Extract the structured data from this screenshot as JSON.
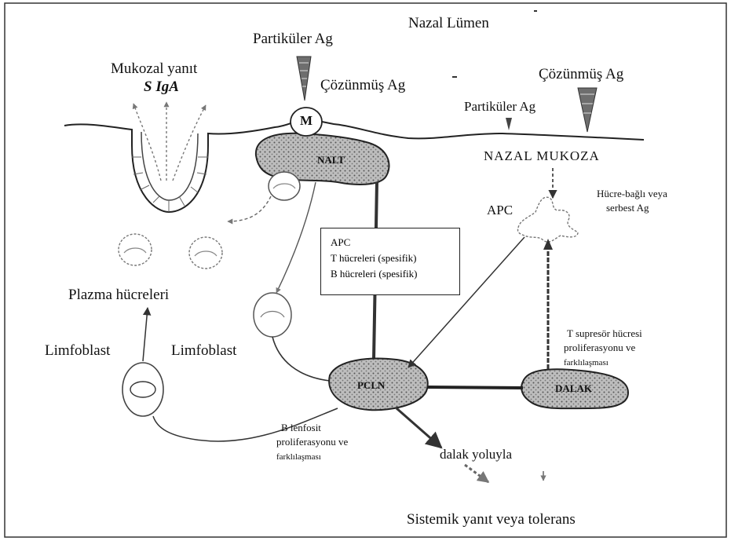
{
  "labels": {
    "nazal_lumen": "Nazal Lümen",
    "partikuler_ag_top": "Partiküler Ag",
    "mukozal_yanit": "Mukozal yanıt",
    "siga": "S IgA",
    "cozunmus_ag_left": "Çözünmüş Ag",
    "cozunmus_ag_right": "Çözünmüş Ag",
    "partikuler_ag_right": "Partiküler Ag",
    "m_cell": "M",
    "nalt": "NALT",
    "nazal_mukoza": "NAZAL MUKOZA",
    "apc": "APC",
    "hucre_bagli_1": "Hücre-bağlı veya",
    "hucre_bagli_2": "serbest Ag",
    "plazma": "Plazma hücreleri",
    "limfoblast_left": "Limfoblast",
    "limfoblast_mid": "Limfoblast",
    "pcln": "PCLN",
    "dalak": "DALAK",
    "t_supresor_1": "T supresör hücresi",
    "t_supresor_2": "proliferasyonu ve",
    "t_supresor_3": "farklılaşması",
    "b_lenfosit_1": "B lenfosit",
    "b_lenfosit_2": "proliferasyonu ve",
    "b_lenfosit_3": "farklılaşması",
    "dalak_yoluyla": "dalak yoluyla",
    "sistemik": "Sistemik yanıt veya tolerans"
  },
  "info_box": {
    "line1": "APC",
    "line2": "T hücreleri (spesifik)",
    "line3": "B hücreleri (spesifik)"
  }
}
